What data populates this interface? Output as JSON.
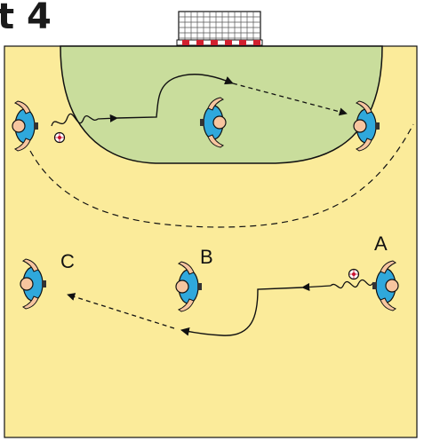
{
  "title": "t 4",
  "labels": {
    "a": "A",
    "b": "B",
    "c": "C"
  },
  "colors": {
    "court": "#fbeb9a",
    "goal_area": "#c9dd9c",
    "player_jersey": "#2fa8dc",
    "player_skin": "#f7c59f",
    "ball": "#ffffff",
    "line": "#111111"
  },
  "icons": {
    "player": "handball-player-icon",
    "ball": "handball-ball-icon",
    "goal": "goal-net-icon"
  }
}
